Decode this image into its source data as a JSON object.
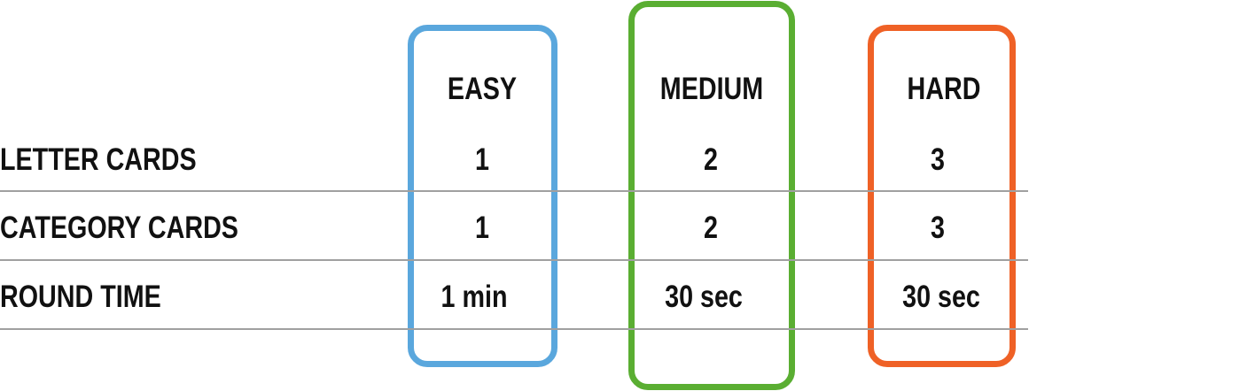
{
  "colors": {
    "easy": "#5aa7dd",
    "medium": "#5aae32",
    "hard": "#ef6126",
    "rule": "#a0a0a0"
  },
  "levels": [
    "EASY",
    "MEDIUM",
    "HARD"
  ],
  "rows": [
    {
      "label": "LETTER CARDS",
      "values": [
        "1",
        "2",
        "3"
      ]
    },
    {
      "label": "CATEGORY CARDS",
      "values": [
        "1",
        "2",
        "3"
      ]
    },
    {
      "label": "ROUND TIME",
      "values": [
        "1 min",
        "30 sec",
        "30 sec"
      ]
    }
  ]
}
